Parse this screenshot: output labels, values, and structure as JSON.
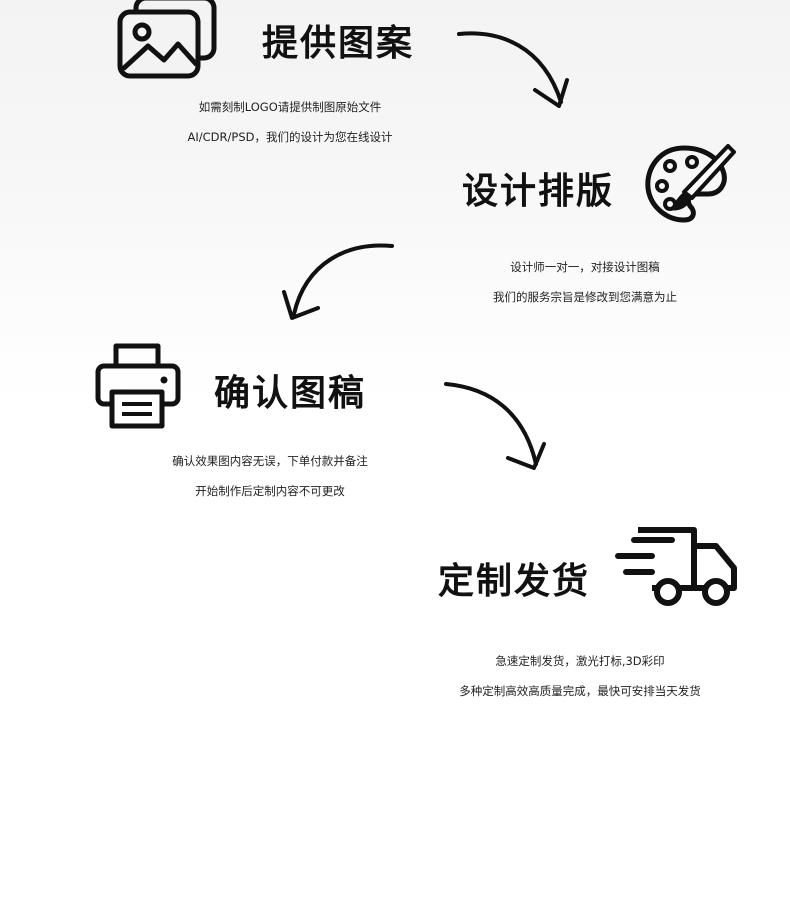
{
  "steps": [
    {
      "title": "提供图案",
      "icon": "image-icon",
      "lines": [
        "如需刻制LOGO请提供制图原始文件",
        "AI/CDR/PSD，我们的设计为您在线设计"
      ]
    },
    {
      "title": "设计排版",
      "icon": "palette-icon",
      "lines": [
        "设计师一对一，对接设计图稿",
        "我们的服务宗旨是修改到您满意为止"
      ]
    },
    {
      "title": "确认图稿",
      "icon": "printer-icon",
      "lines": [
        "确认效果图内容无误，下单付款并备注",
        "开始制作后定制内容不可更改"
      ]
    },
    {
      "title": "定制发货",
      "icon": "delivery-truck-icon",
      "lines": [
        "急速定制发货，激光打标,3D彩印",
        "多种定制高效高质量完成，最快可安排当天发货"
      ]
    }
  ],
  "colors": {
    "ink": "#111111",
    "background": "#ffffff"
  }
}
